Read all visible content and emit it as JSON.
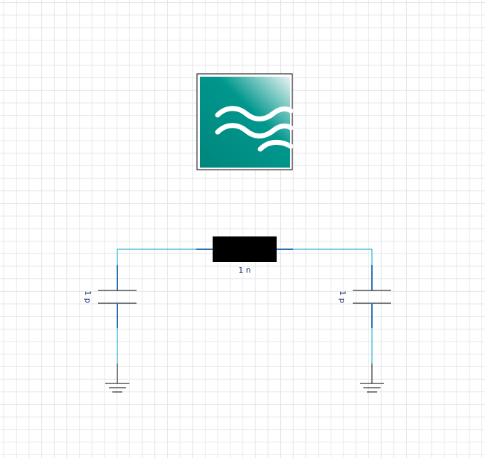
{
  "diagram": {
    "inductor": {
      "label": "1 n"
    },
    "capacitor_left": {
      "label": "1 p"
    },
    "capacitor_right": {
      "label": "1 p"
    }
  },
  "colors": {
    "wire": "#00a0c6",
    "pin": "#2f6fb0",
    "component": "#000000",
    "label": "#1a2a6b",
    "logo_bg": "#00938a",
    "grid": "#e4e6ea"
  },
  "icons": [
    "filter-logo-icon",
    "ground-icon"
  ]
}
